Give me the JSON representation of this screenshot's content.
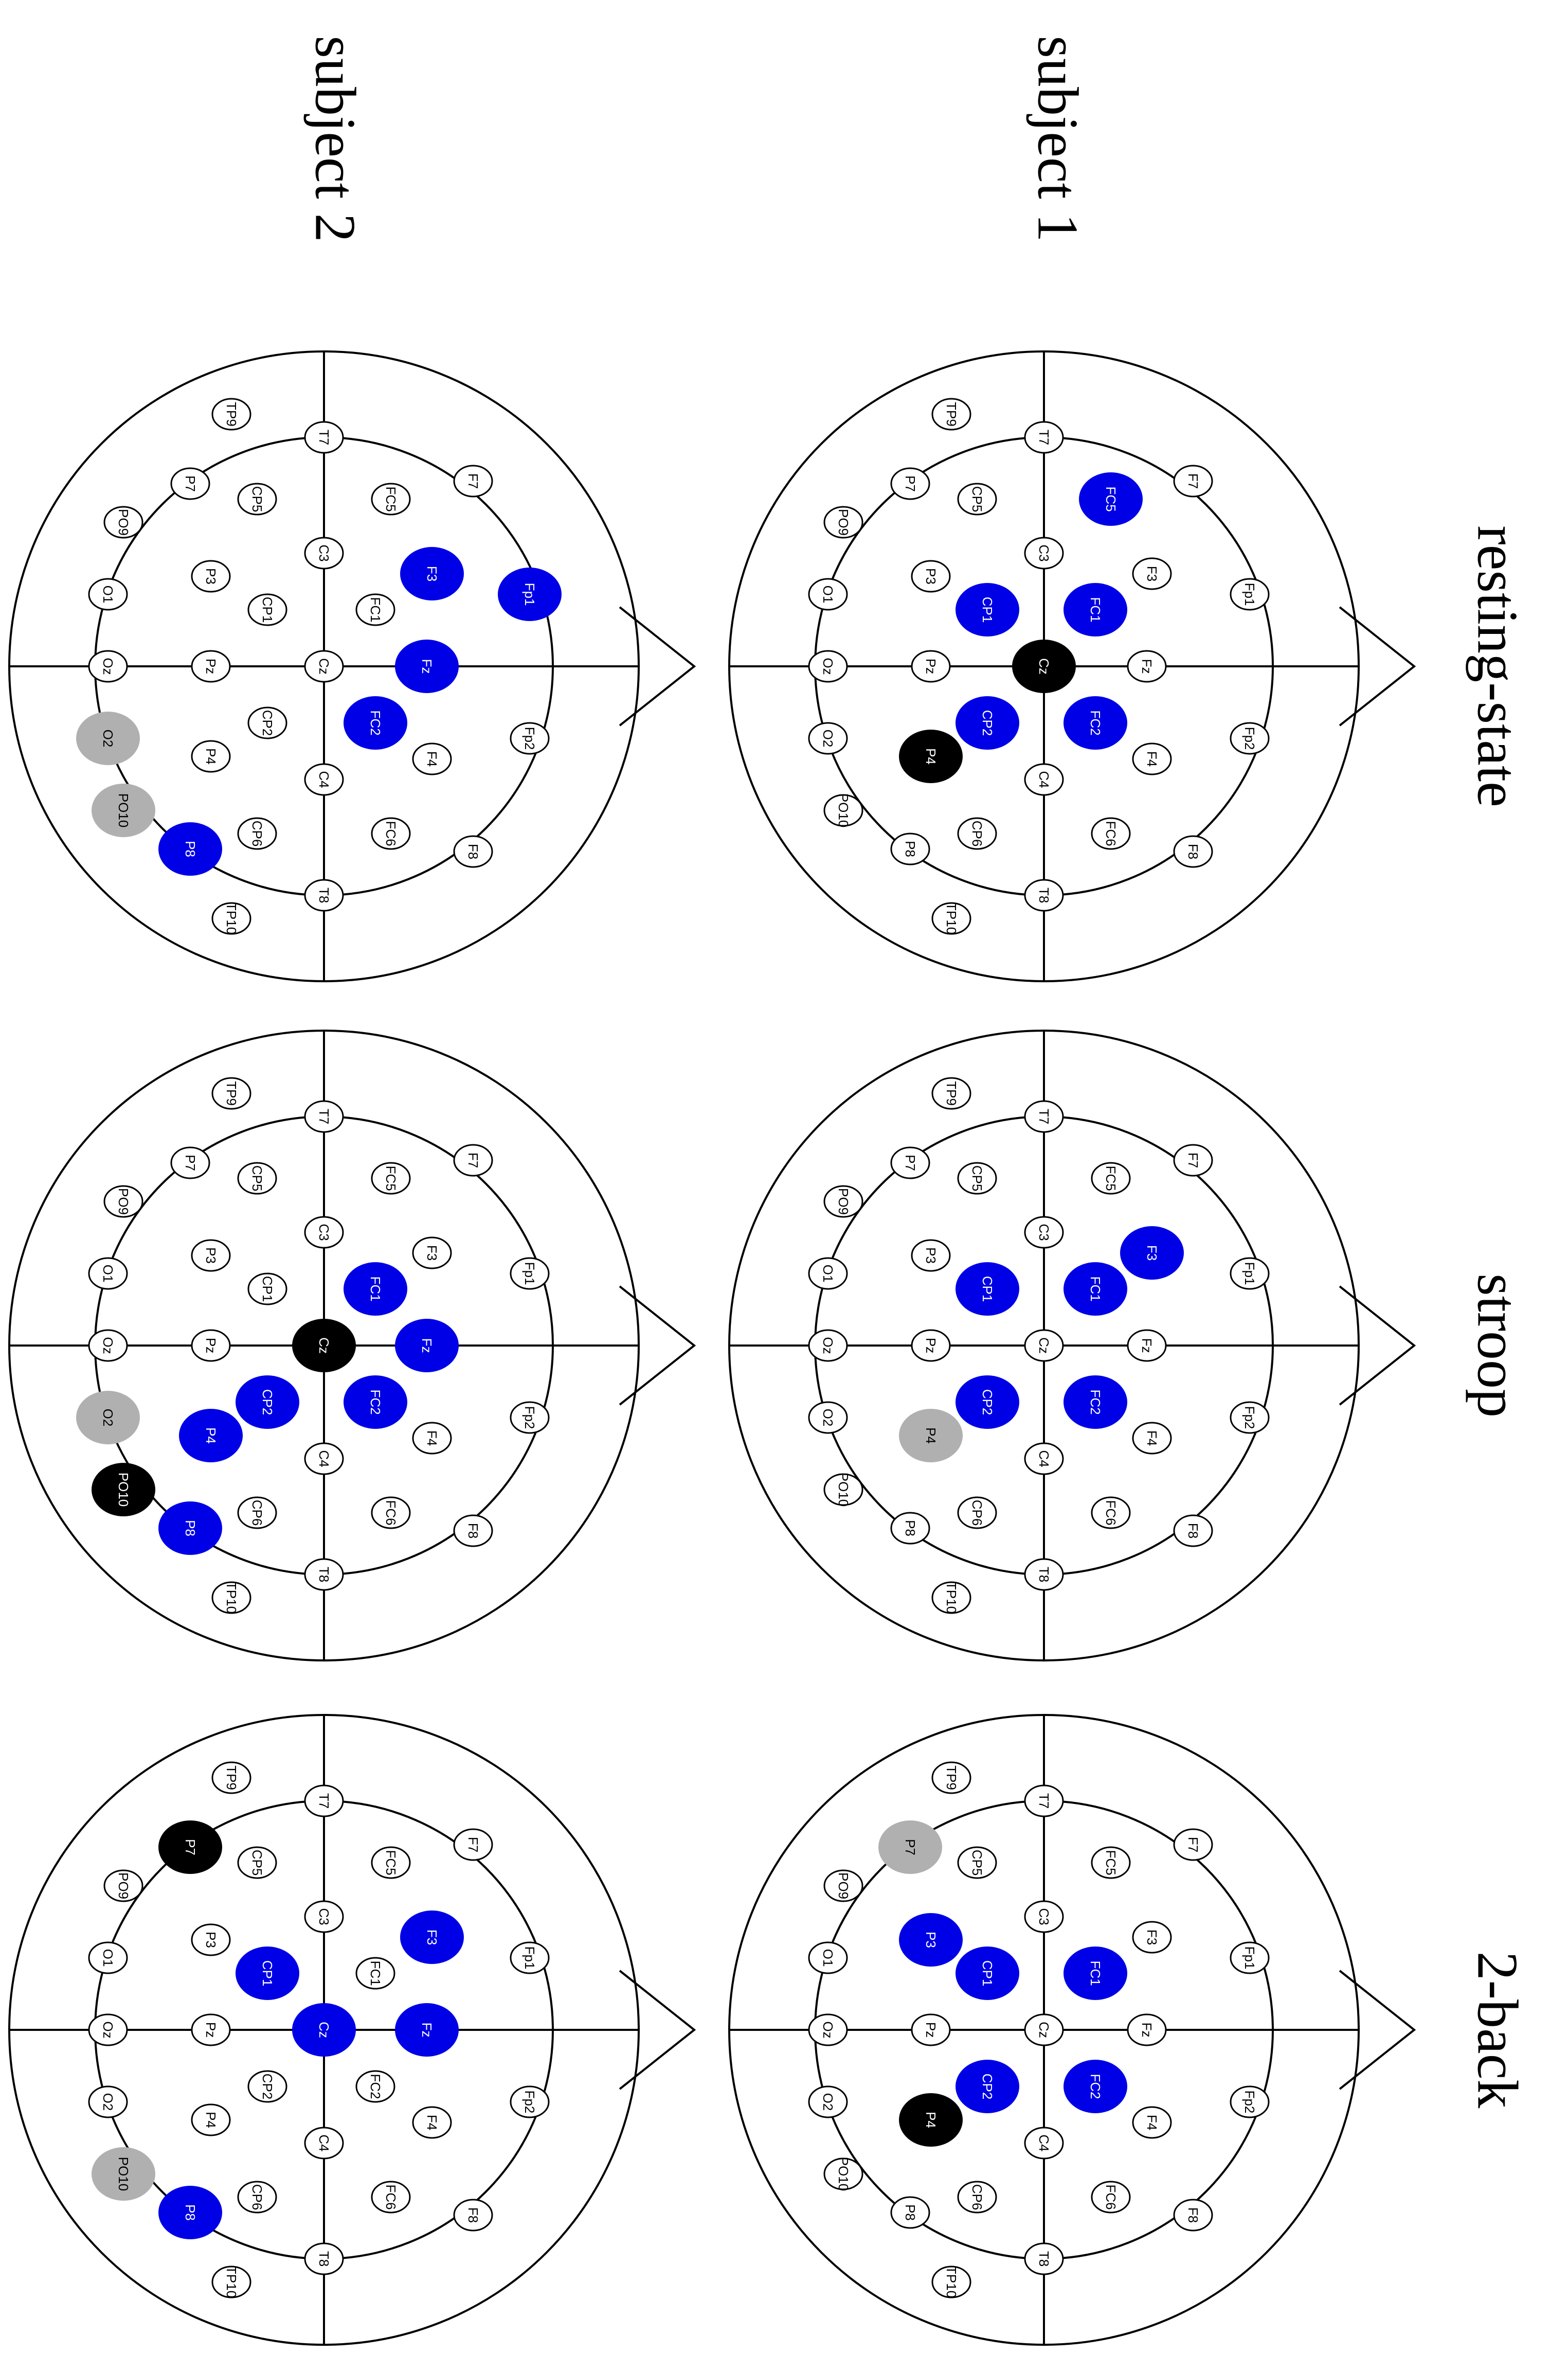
{
  "figure": {
    "row_labels": [
      "subject 1",
      "subject 2"
    ],
    "col_labels": [
      "resting-state",
      "stroop",
      "2-back"
    ],
    "colors": {
      "none": "#ffffff",
      "blue": "#0000e6",
      "black": "#000000",
      "gray": "#b0b0b0"
    },
    "electrodes": [
      "Fp1",
      "Fp2",
      "F7",
      "F3",
      "Fz",
      "F4",
      "F8",
      "FC5",
      "FC1",
      "FC2",
      "FC6",
      "T7",
      "C3",
      "Cz",
      "C4",
      "T8",
      "CP5",
      "CP1",
      "CP2",
      "CP6",
      "TP9",
      "TP10",
      "P7",
      "P3",
      "Pz",
      "P4",
      "P8",
      "PO9",
      "PO10",
      "O1",
      "Oz",
      "O2"
    ],
    "panels": [
      {
        "subject": "subject 1",
        "condition": "resting-state",
        "highlights": {
          "FC5": "blue",
          "FC1": "blue",
          "FC2": "blue",
          "CP1": "blue",
          "CP2": "blue",
          "Cz": "black",
          "P4": "black"
        }
      },
      {
        "subject": "subject 1",
        "condition": "stroop",
        "highlights": {
          "F3": "blue",
          "FC1": "blue",
          "FC2": "blue",
          "CP1": "blue",
          "CP2": "blue",
          "P4": "gray"
        }
      },
      {
        "subject": "subject 1",
        "condition": "2-back",
        "highlights": {
          "FC1": "blue",
          "FC2": "blue",
          "CP1": "blue",
          "CP2": "blue",
          "P3": "blue",
          "P4": "black",
          "P7": "gray"
        }
      },
      {
        "subject": "subject 2",
        "condition": "resting-state",
        "highlights": {
          "Fp1": "blue",
          "F3": "blue",
          "Fz": "blue",
          "FC2": "blue",
          "P8": "blue",
          "O2": "gray",
          "PO10": "gray"
        }
      },
      {
        "subject": "subject 2",
        "condition": "stroop",
        "highlights": {
          "FC1": "blue",
          "Fz": "blue",
          "FC2": "blue",
          "CP2": "blue",
          "P4": "blue",
          "P8": "blue",
          "Cz": "black",
          "PO10": "black",
          "O2": "gray"
        }
      },
      {
        "subject": "subject 2",
        "condition": "2-back",
        "highlights": {
          "F3": "blue",
          "Fz": "blue",
          "CP1": "blue",
          "Cz": "blue",
          "P8": "blue",
          "P7": "black",
          "PO10": "gray"
        }
      }
    ]
  }
}
